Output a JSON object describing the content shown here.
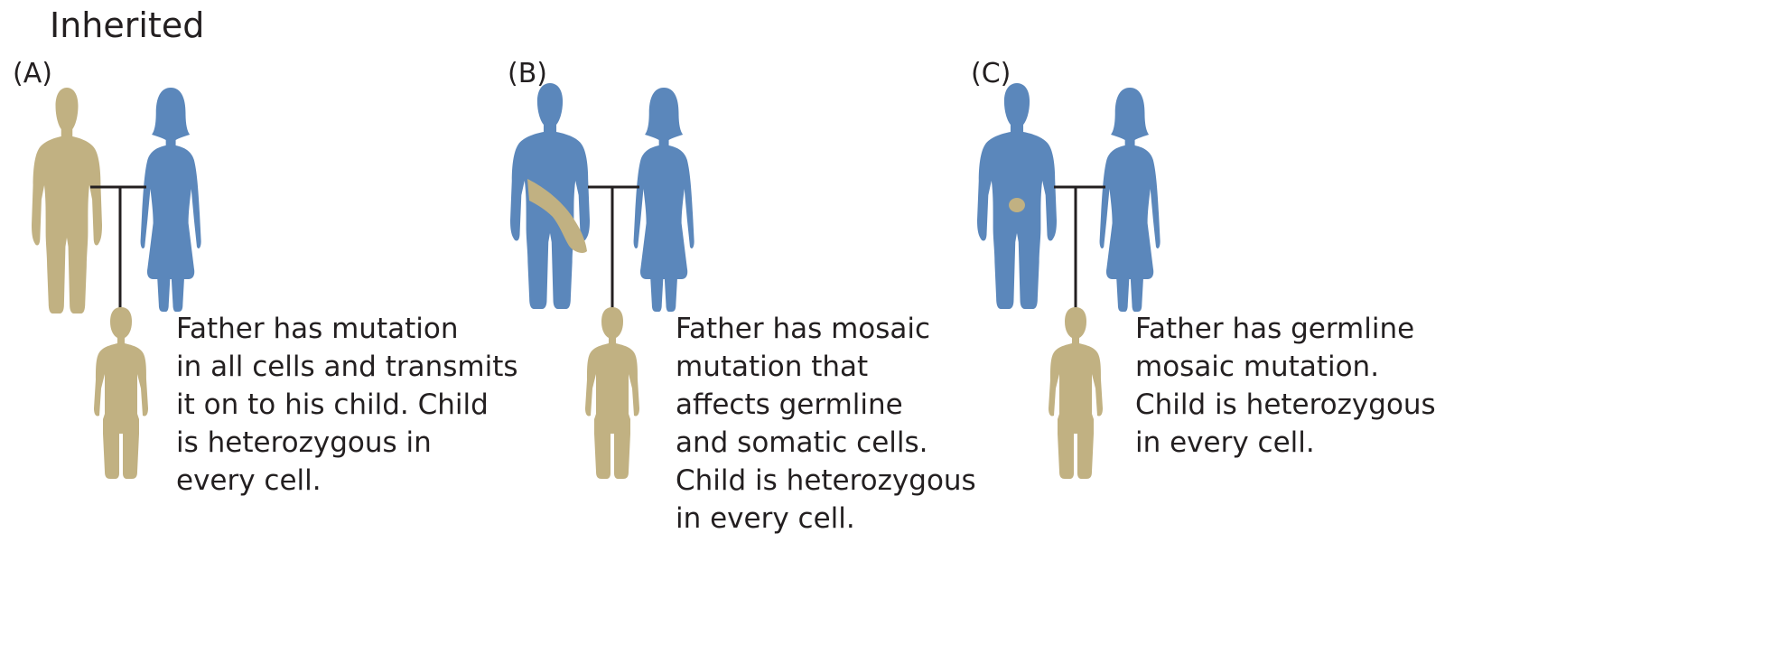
{
  "title": "Inherited",
  "colors": {
    "affected": "#c1b182",
    "unaffected": "#5b87bb",
    "line": "#231f20"
  },
  "panels": [
    {
      "label": "(A)",
      "father": "fully-affected",
      "child": "affected",
      "caption": [
        "Father has mutation",
        "in all cells and transmits",
        "it on to his child. Child",
        "is heterozygous in",
        "every cell."
      ]
    },
    {
      "label": "(B)",
      "father": "mosaic-somatic-and-germline",
      "child": "affected",
      "caption": [
        "Father has mosaic",
        "mutation that",
        "affects germline",
        "and somatic cells.",
        "Child is heterozygous",
        "in every cell."
      ]
    },
    {
      "label": "(C)",
      "father": "germline-mosaic",
      "child": "affected",
      "caption": [
        "Father has germline",
        "mosaic mutation.",
        "Child is heterozygous",
        "in every cell."
      ]
    }
  ]
}
